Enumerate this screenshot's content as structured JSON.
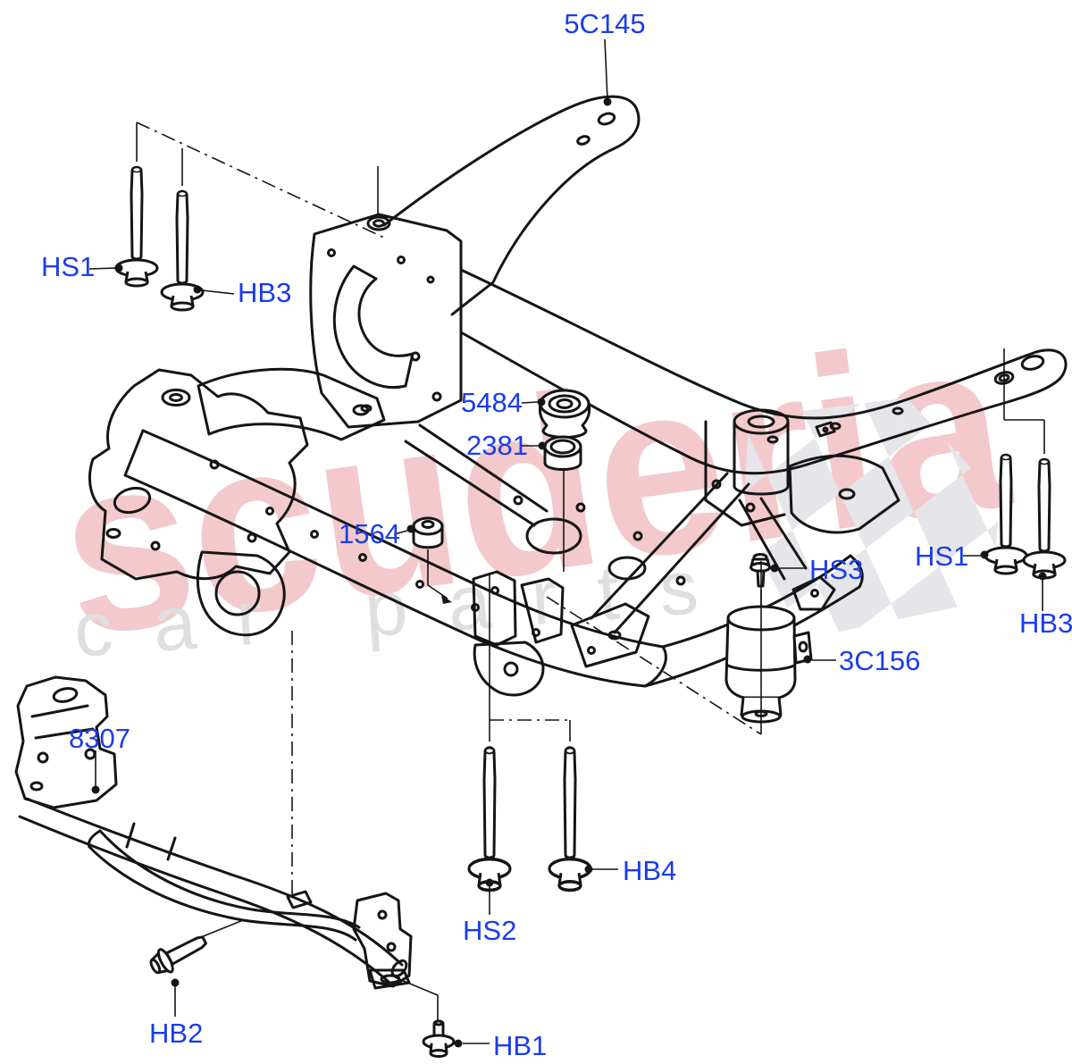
{
  "watermark": {
    "brand": "scuderia",
    "tagline": "car parts"
  },
  "colors": {
    "callout_blue": "#1a3cec",
    "line_black": "#151515",
    "brand_pink": "#f3c9cb",
    "tagline_gray": "#dfdfdf",
    "checker_gray": "#e5e5ea",
    "background": "#ffffff"
  },
  "callouts": {
    "top_bracket": "5C145",
    "left_bolt_a": "HS1",
    "left_bolt_b": "HB3",
    "mount_cup": "5484",
    "spacer_ring": "2381",
    "bushing": "1564",
    "screw": "HS3",
    "right_bolt_a": "HS1",
    "right_bolt_b": "HB3",
    "damper": "3C156",
    "crossmember": "8307",
    "bottom_bolt_hs2": "HS2",
    "bottom_bolt_hb4": "HB4",
    "front_bolt_hb2": "HB2",
    "front_bolt_hb1": "HB1"
  }
}
